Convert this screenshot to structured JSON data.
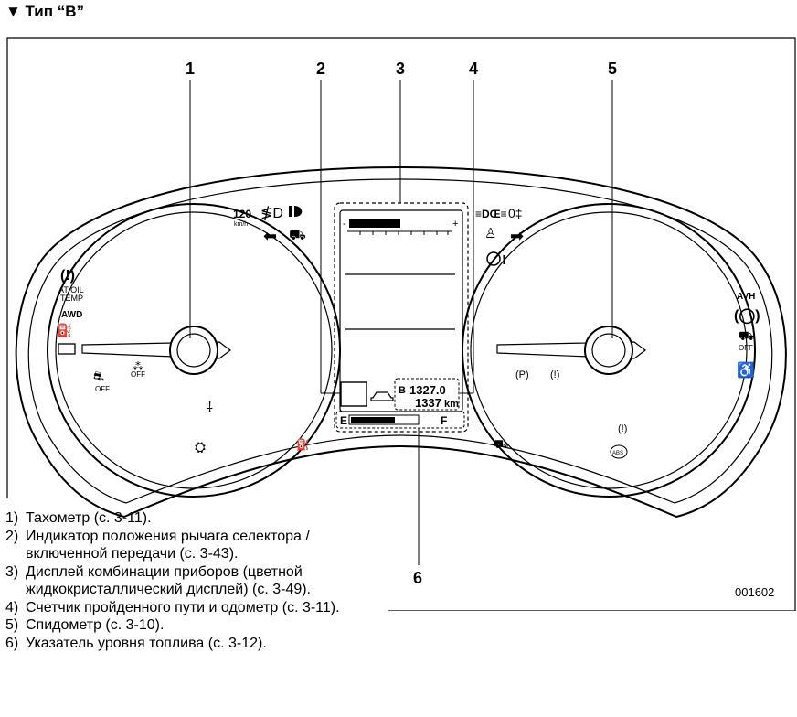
{
  "heading": "▼ Тип “B”",
  "figure_code": "001602",
  "callouts": [
    "1",
    "2",
    "3",
    "4",
    "5",
    "6"
  ],
  "cluster": {
    "speed_limit_value": "120",
    "speed_limit_unit": "km/h",
    "at_oil_temp": [
      "AT OIL",
      "TEMP"
    ],
    "awd": "AWD",
    "off": "OFF",
    "avh": "AVH",
    "abs": "ABS",
    "trip_letter": "B",
    "trip_value": "1327.0",
    "odometer_value": "1337",
    "odometer_unit": "km",
    "fuel_empty": "E",
    "fuel_full": "F"
  },
  "captions": [
    {
      "num": "1)",
      "text": "Тахометр (с. 3-11)."
    },
    {
      "num": "2)",
      "text": "Индикатор положения рычага селектора / включенной передачи (с. 3-43)."
    },
    {
      "num": "3)",
      "text": "Дисплей комбинации приборов (цветной жидкокристаллический дисплей) (с. 3-49)."
    },
    {
      "num": "4)",
      "text": "Счетчик пройденного пути и одометр (с. 3-11)."
    },
    {
      "num": "5)",
      "text": "Спидометр (с. 3-10)."
    },
    {
      "num": "6)",
      "text": "Указатель уровня топлива (с. 3-12)."
    }
  ]
}
